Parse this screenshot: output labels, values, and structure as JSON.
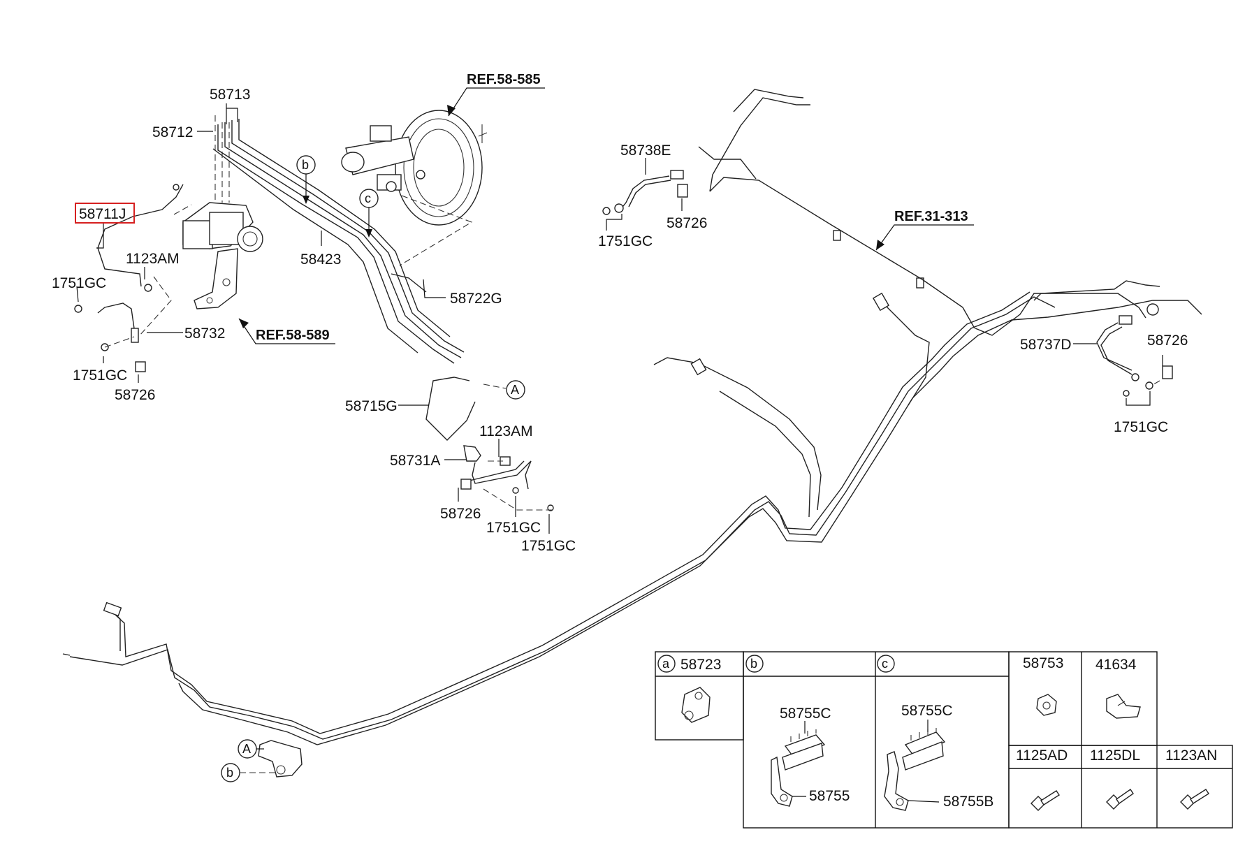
{
  "callouts": {
    "p58713": "58713",
    "p58712": "58712",
    "p58711J": "58711J",
    "p1123AM_a": "1123AM",
    "p1751GC_a": "1751GC",
    "p58732": "58732",
    "p1751GC_b": "1751GC",
    "p58726_a": "58726",
    "p58423": "58423",
    "p58722G": "58722G",
    "p58715G": "58715G",
    "p1123AM_b": "1123AM",
    "p58731A": "58731A",
    "p58726_b": "58726",
    "p1751GC_c": "1751GC",
    "p1751GC_d": "1751GC",
    "p58738E": "58738E",
    "p58726_c": "58726",
    "p1751GC_e": "1751GC",
    "p58737D": "58737D",
    "p58726_d": "58726",
    "p1751GC_f": "1751GC"
  },
  "references": {
    "ref_58_585": "REF.58-585",
    "ref_58_589": "REF.58-589",
    "ref_31_313": "REF.31-313"
  },
  "markers": {
    "b": "b",
    "c": "c",
    "A": "A",
    "a": "a"
  },
  "legend_table": {
    "a_part": "58723",
    "b_part_top": "58755C",
    "b_part_bottom": "58755",
    "c_part_top": "58755C",
    "c_part_bottom": "58755B",
    "col4_header": "58753",
    "col5_header": "41634",
    "row2_col4": "1125AD",
    "row2_col5": "1125DL",
    "row2_col6": "1123AN"
  },
  "highlight_color": "#d62020"
}
